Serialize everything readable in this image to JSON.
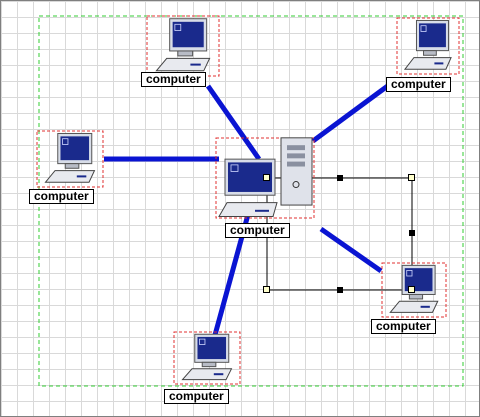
{
  "diagram": {
    "nodes": [
      {
        "id": "top",
        "label": "computer",
        "icon": "desktop-computer-icon"
      },
      {
        "id": "top-right",
        "label": "computer",
        "icon": "desktop-computer-icon"
      },
      {
        "id": "left",
        "label": "computer",
        "icon": "desktop-computer-icon"
      },
      {
        "id": "center",
        "label": "computer",
        "icon": "desktop-computer-with-tower-icon"
      },
      {
        "id": "right",
        "label": "computer",
        "icon": "desktop-computer-icon"
      },
      {
        "id": "bottom",
        "label": "computer",
        "icon": "desktop-computer-icon"
      }
    ],
    "edges": [
      [
        "center",
        "top"
      ],
      [
        "center",
        "top-right"
      ],
      [
        "center",
        "left"
      ],
      [
        "center",
        "right"
      ],
      [
        "center",
        "bottom"
      ]
    ]
  },
  "colors": {
    "edge": "#0a14d2",
    "selection": "#e03030",
    "page_border": "#33cc33",
    "grid": "#d9d9d9",
    "monitor_screen": "#1a2a8c"
  }
}
